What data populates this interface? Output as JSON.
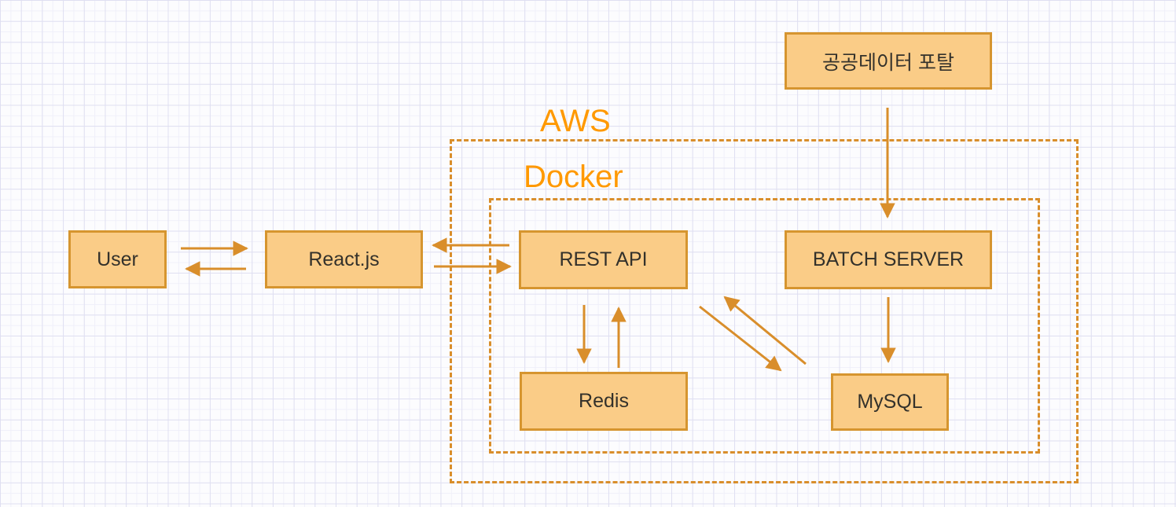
{
  "diagram": {
    "title": "Service architecture diagram",
    "colors": {
      "bg_color": "#FCFCFE",
      "grid_minor": "#F0F0FA",
      "grid_major": "#DFDFF1",
      "node_fill": "#FACC87",
      "node_border": "#D6952F",
      "node_text": "#33312B",
      "arrow": "#D98E2B",
      "container_label": "#FF9900"
    },
    "containers": [
      {
        "id": "aws",
        "label": "AWS"
      },
      {
        "id": "docker",
        "label": "Docker"
      }
    ],
    "nodes": [
      {
        "id": "user",
        "label": "User"
      },
      {
        "id": "reactjs",
        "label": "React.js"
      },
      {
        "id": "rest-api",
        "label": "REST API"
      },
      {
        "id": "batch-server",
        "label": "BATCH SERVER"
      },
      {
        "id": "public-data-portal",
        "label": "공공데이터 포탈"
      },
      {
        "id": "redis",
        "label": "Redis"
      },
      {
        "id": "mysql",
        "label": "MySQL"
      }
    ],
    "edges": [
      {
        "from": "User",
        "to": "React.js"
      },
      {
        "from": "React.js",
        "to": "User"
      },
      {
        "from": "REST API",
        "to": "React.js"
      },
      {
        "from": "React.js",
        "to": "REST API"
      },
      {
        "from": "공공데이터 포탈",
        "to": "BATCH SERVER"
      },
      {
        "from": "BATCH SERVER",
        "to": "MySQL"
      },
      {
        "from": "REST API",
        "to": "Redis"
      },
      {
        "from": "Redis",
        "to": "REST API"
      },
      {
        "from": "MySQL",
        "to": "REST API"
      },
      {
        "from": "REST API",
        "to": "MySQL"
      }
    ]
  }
}
